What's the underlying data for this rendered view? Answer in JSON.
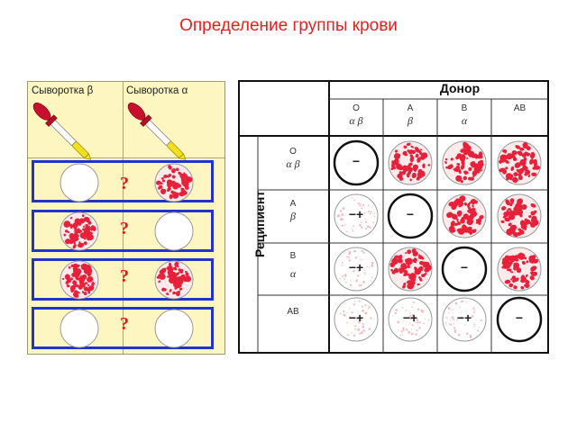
{
  "title": "Определение группы крови",
  "left_panel": {
    "headers": [
      "Сыворотка β",
      "Сыворотка α"
    ],
    "question_mark": "?",
    "rows": [
      {
        "left": "clear",
        "right": "agglutinated"
      },
      {
        "left": "agglutinated",
        "right": "clear"
      },
      {
        "left": "agglutinated",
        "right": "agglutinated"
      },
      {
        "left": "clear",
        "right": "clear"
      }
    ]
  },
  "right_table": {
    "donor_label": "Донор",
    "recipient_label": "Реципиент",
    "columns": [
      {
        "group": "O",
        "antibodies": "α β"
      },
      {
        "group": "A",
        "antibodies": "β"
      },
      {
        "group": "B",
        "antibodies": "α"
      },
      {
        "group": "AB",
        "antibodies": ""
      }
    ],
    "rows": [
      {
        "group": "O",
        "antibodies": "α β",
        "cells": [
          "minus",
          "agglutinated",
          "agglutinated",
          "agglutinated"
        ]
      },
      {
        "group": "A",
        "antibodies": "β",
        "cells": [
          "minusplus",
          "minus",
          "agglutinated",
          "agglutinated"
        ]
      },
      {
        "group": "B",
        "antibodies": "α",
        "cells": [
          "minusplus",
          "agglutinated",
          "minus",
          "agglutinated"
        ]
      },
      {
        "group": "AB",
        "antibodies": "",
        "cells": [
          "minusplus",
          "minusplus",
          "minusplus",
          "minus"
        ]
      }
    ],
    "minus_sign": "−",
    "minus_plus_sign": "−+"
  },
  "colors": {
    "title": "#e8201c",
    "panel_bg": "#fdf6c0",
    "row_border": "#2233cc",
    "agglutination": "#e8203a",
    "question": "#e01818",
    "header_bg": "#ffffff",
    "table_bg": "#ffffff"
  }
}
